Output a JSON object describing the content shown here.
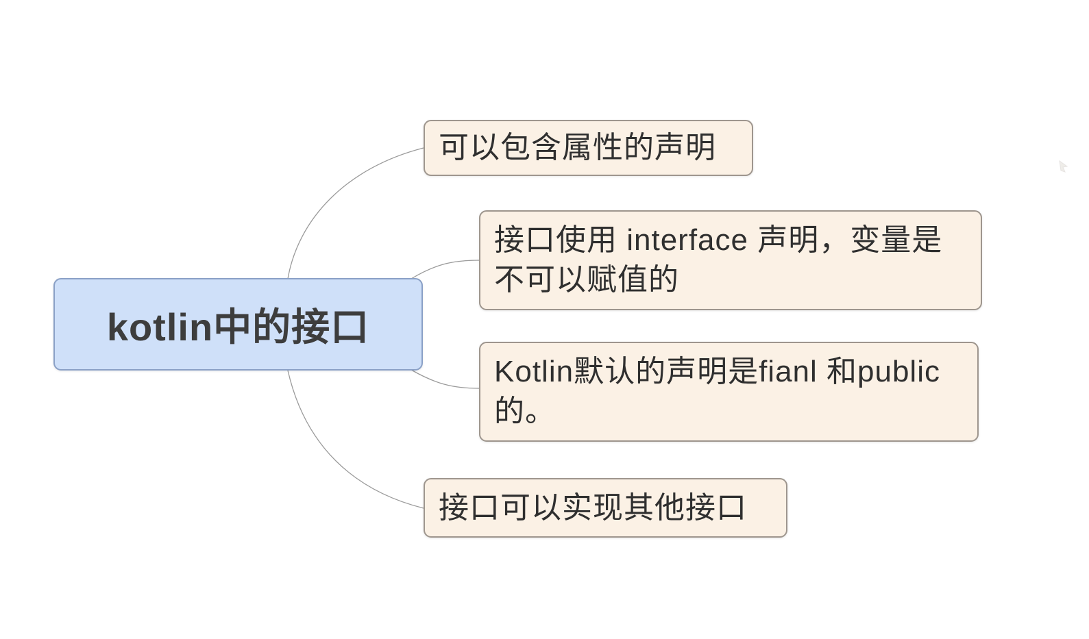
{
  "page": {
    "background": "#ffffff"
  },
  "mindmap": {
    "root": {
      "label": "kotlin中的接口",
      "fill": "#cfe0f9",
      "border_color": "#8aa0c6",
      "text_color": "#3d3d3d"
    },
    "children": [
      {
        "label": "可以包含属性的声明"
      },
      {
        "label": "接口使用 interface 声明，变量是\n不可以赋值的"
      },
      {
        "label": "Kotlin默认的声明是fianl 和public\n的。"
      },
      {
        "label": "接口可以实现其他接口"
      }
    ],
    "child_style": {
      "fill": "#fbf1e5",
      "border_color": "#9e968e",
      "text_color": "#2f2f2f"
    },
    "connector_color": "#9b9b9b"
  }
}
